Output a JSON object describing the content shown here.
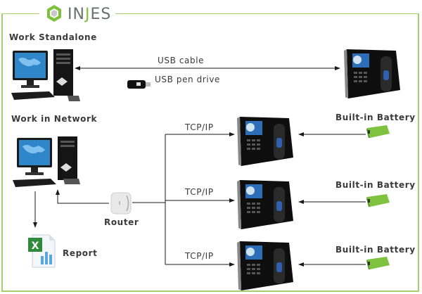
{
  "brand": {
    "name_prefix": "IN",
    "name_accent": "J",
    "name_suffix": "ES"
  },
  "colors": {
    "frame": "#a5cf6e",
    "brand_green": "#7cc23a",
    "label": "#3a3a3a",
    "line": "#1a1a1a",
    "battery": "#7ec23f"
  },
  "standalone": {
    "title": "Work Standalone",
    "connection_label": "USB cable",
    "pen_drive_label": "USB pen drive"
  },
  "network": {
    "title": "Work in Network",
    "router_label": "Router",
    "report_label": "Report",
    "terminals": [
      {
        "link_label": "TCP/IP",
        "battery_label": "Built-in Battery"
      },
      {
        "link_label": "TCP/IP",
        "battery_label": "Built-in Battery"
      },
      {
        "link_label": "TCP/IP",
        "battery_label": "Built-in Battery"
      }
    ]
  }
}
